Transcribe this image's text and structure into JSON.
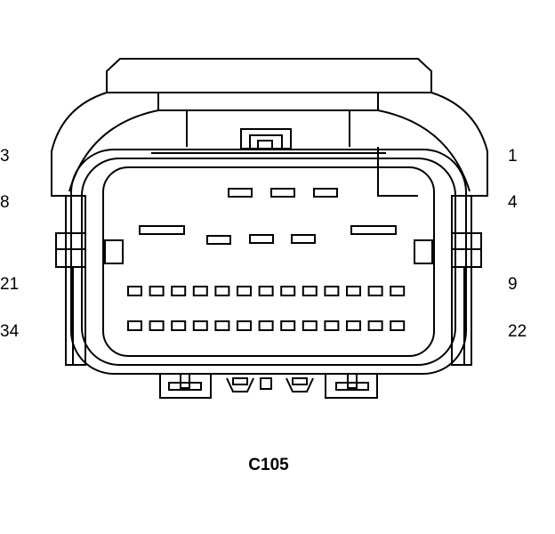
{
  "connector": {
    "name": "C105"
  },
  "pin_labels": {
    "top_left": "3",
    "upper_left": "8",
    "middle_left": "21",
    "lower_left": "34",
    "top_right": "1",
    "upper_right": "4",
    "middle_right": "9",
    "lower_right": "22"
  },
  "cavity_rows": {
    "row1_count": 3,
    "row2_count": 5,
    "row3_count": 13,
    "row4_count": 13
  }
}
